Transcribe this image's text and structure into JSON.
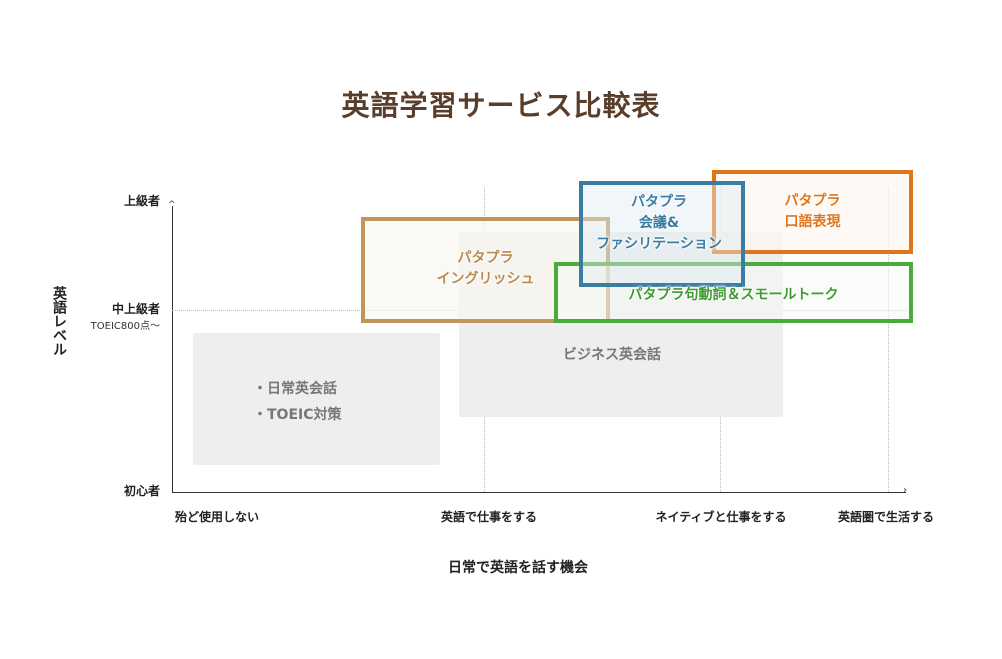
{
  "title": "英語学習サービス比較表",
  "y_axis": {
    "title": "英語レベル",
    "levels": {
      "advanced": "上級者",
      "upper_intermediate": "中上級者",
      "upper_intermediate_note": "TOEIC800点〜",
      "beginner": "初心者"
    }
  },
  "x_axis": {
    "title": "日常で英語を話す機会",
    "ticks": [
      "殆ど使用しない",
      "英語で仕事をする",
      "ネイティブと仕事をする",
      "英語圏で生活する"
    ]
  },
  "regions": {
    "general": [
      "・日常英会話",
      "・TOEIC対策"
    ],
    "business": "ビジネス英会話"
  },
  "services": {
    "english": {
      "line1": "パタプラ",
      "line2": "イングリッシュ",
      "color": "#c0965a"
    },
    "meeting": {
      "line1": "パタプラ",
      "line2": "会議&",
      "line3": "ファシリテーション",
      "color": "#3b7ca3"
    },
    "colloquial": {
      "line1": "パタプラ",
      "line2": "口語表現",
      "color": "#e0761b"
    },
    "phrasal": {
      "label": "パタプラ句動詞＆スモールトーク",
      "color": "#4aaa3c"
    }
  }
}
